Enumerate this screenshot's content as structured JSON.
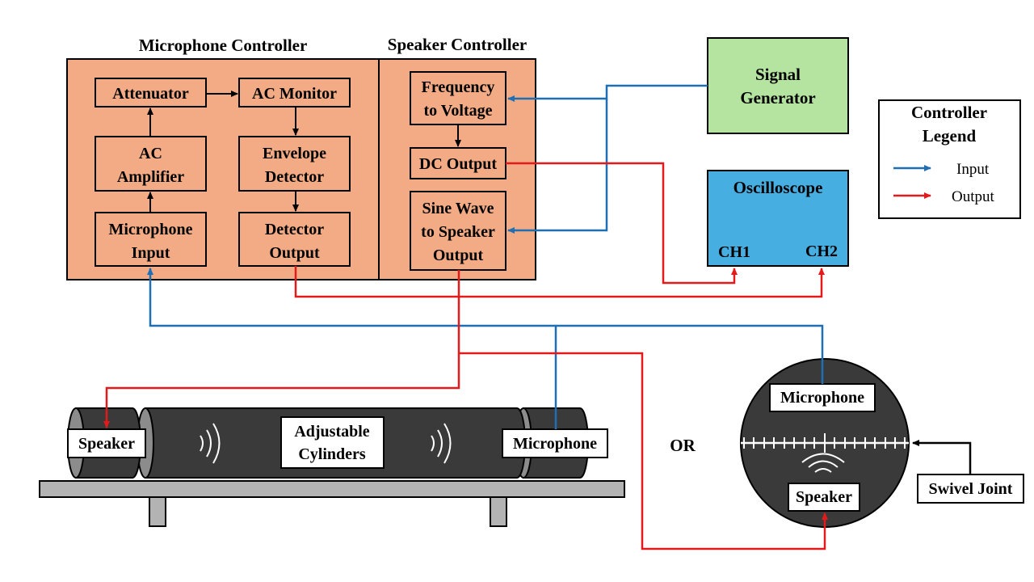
{
  "colors": {
    "controller_fill": "#f2ab84",
    "signal_generator_fill": "#b4e4a0",
    "oscilloscope_fill": "#46aee0",
    "input_line": "#1f6fb4",
    "output_line": "#e41a1a",
    "cylinder_fill": "#3a3a3a",
    "cylinder_end": "#8c8c8c",
    "table_fill": "#b3b3b3"
  },
  "headings": {
    "microphone_controller": "Microphone Controller",
    "speaker_controller": "Speaker Controller"
  },
  "microphone_controller": {
    "attenuator": [
      "Attenuator"
    ],
    "ac_monitor": [
      "AC Monitor"
    ],
    "ac_amplifier": [
      "AC",
      "Amplifier"
    ],
    "envelope_detector": [
      "Envelope",
      "Detector"
    ],
    "microphone_input": [
      "Microphone",
      "Input"
    ],
    "detector_output": [
      "Detector",
      "Output"
    ]
  },
  "speaker_controller": {
    "frequency_to_voltage": [
      "Frequency",
      "to Voltage"
    ],
    "dc_output": [
      "DC Output"
    ],
    "sine_wave_output": [
      "Sine Wave",
      "to Speaker",
      "Output"
    ]
  },
  "signal_generator": [
    "Signal",
    "Generator"
  ],
  "oscilloscope": {
    "title": "Oscilloscope",
    "ch1": "CH1",
    "ch2": "CH2"
  },
  "legend": {
    "title": [
      "Controller",
      "Legend"
    ],
    "input": "Input",
    "output": "Output"
  },
  "apparatus": {
    "speaker": "Speaker",
    "cylinders": [
      "Adjustable",
      "Cylinders"
    ],
    "microphone": "Microphone",
    "or": "OR",
    "circle_microphone": "Microphone",
    "circle_speaker": "Speaker",
    "swivel_joint": "Swivel Joint"
  }
}
